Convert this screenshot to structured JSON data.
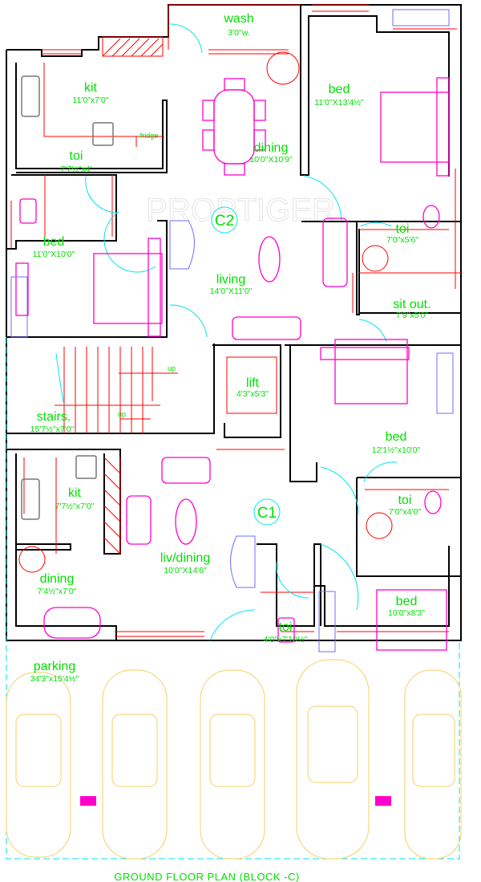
{
  "watermark": "PROPTIGER",
  "title": "GROUND  FLOOR  PLAN (BLOCK -C)",
  "rooms": {
    "wash": {
      "name": "wash",
      "size": "3'0\"w."
    },
    "kit_c2": {
      "name": "kit",
      "size": "11'0\"x7'0\""
    },
    "fridge": "fridge",
    "bed_c2_main": {
      "name": "bed",
      "size": "11'0\"X13'4½\""
    },
    "dining_c2": {
      "name": "dining",
      "size": "10'0\"X10'9\""
    },
    "toi_c2_left": {
      "name": "toi",
      "size": "7'7½\"x4'"
    },
    "toi_c2_right": {
      "name": "toi",
      "size": "7'0\"x5'6\""
    },
    "bed_c2_left": {
      "name": "bed",
      "size": "11'0\"X10'0\""
    },
    "living_c2": {
      "name": "living",
      "size": "14'0\"X11'0\""
    },
    "sitout": {
      "name": "sit out.",
      "size": "7'9\"x5'0\""
    },
    "lift": {
      "name": "lift",
      "size": "4'3\"x5'3\""
    },
    "stairs": {
      "name": "stairs.",
      "size": "15'7½\"x7'0\"",
      "up1": "up",
      "up2": "up"
    },
    "bed_c1_top": {
      "name": "bed",
      "size": "12'1½\"x10'0\""
    },
    "kit_c1": {
      "name": "kit",
      "size": "7'7½\"x7'0\""
    },
    "toi_c1_right": {
      "name": "toi",
      "size": "7'0\"x4'0\""
    },
    "livdining_c1": {
      "name": "liv/dining",
      "size": "10'0\"X14'6\""
    },
    "bed_c1_bottom": {
      "name": "bed",
      "size": "10'0\"x8'3\""
    },
    "dining_c1": {
      "name": "dining",
      "size": "7'4½\"x7'0\""
    },
    "toi_c1_mid": {
      "name": "toi",
      "size": "4'0\"x7'10½\""
    },
    "parking": {
      "name": "parking",
      "size": "34'3\"x15'4½\""
    }
  },
  "units": {
    "c2": "C2",
    "c1": "C1"
  }
}
